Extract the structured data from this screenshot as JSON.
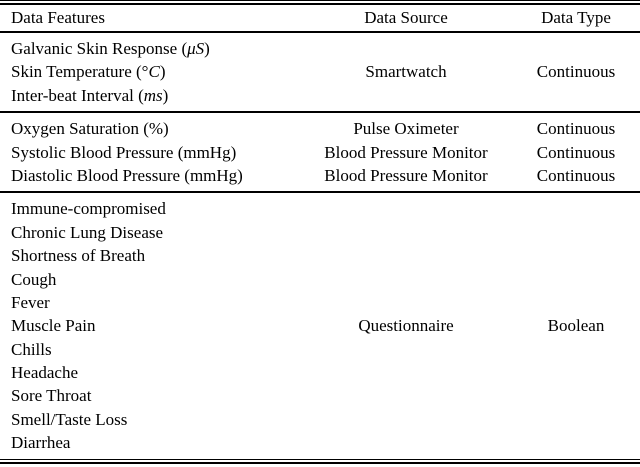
{
  "table": {
    "columns": [
      "Data Features",
      "Data Source",
      "Data Type"
    ],
    "groups": [
      {
        "source": "Smartwatch",
        "type": "Continuous",
        "features": [
          {
            "pre": "Galvanic Skin Response (",
            "math": "μS",
            "post": ")"
          },
          {
            "pre": "Skin Temperature (°",
            "math": "C",
            "post": ")"
          },
          {
            "pre": "Inter-beat Interval (",
            "math": "ms",
            "post": ")"
          }
        ]
      },
      {
        "rows": [
          {
            "feature": "Oxygen Saturation (%)",
            "source": "Pulse Oximeter",
            "type": "Continuous"
          },
          {
            "feature": "Systolic Blood Pressure (mmHg)",
            "source": "Blood Pressure Monitor",
            "type": "Continuous"
          },
          {
            "feature": "Diastolic Blood Pressure (mmHg)",
            "source": "Blood Pressure Monitor",
            "type": "Continuous"
          }
        ]
      },
      {
        "source": "Questionnaire",
        "type": "Boolean",
        "features": [
          {
            "pre": "Immune-compromised"
          },
          {
            "pre": "Chronic Lung Disease"
          },
          {
            "pre": "Shortness of Breath"
          },
          {
            "pre": "Cough"
          },
          {
            "pre": "Fever"
          },
          {
            "pre": "Muscle Pain"
          },
          {
            "pre": "Chills"
          },
          {
            "pre": "Headache"
          },
          {
            "pre": "Sore Throat"
          },
          {
            "pre": "Smell/Taste Loss"
          },
          {
            "pre": "Diarrhea"
          }
        ]
      }
    ]
  }
}
